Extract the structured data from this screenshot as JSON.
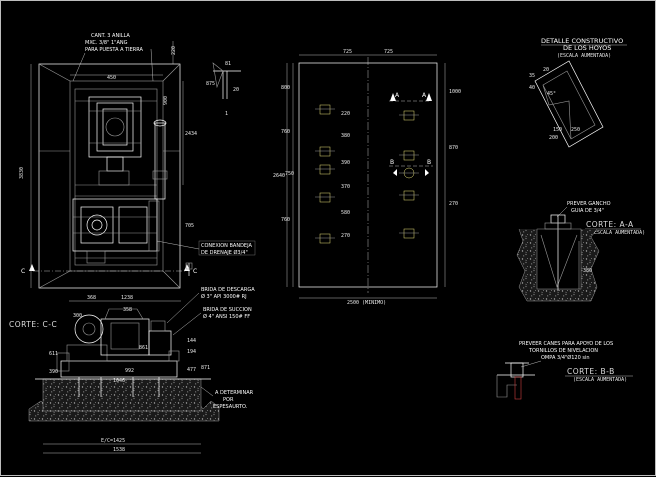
{
  "annotations": {
    "cable_note_1": "CANT. 3 ANILLA",
    "cable_note_2": "MXC. 3/8\" 1\"ANG",
    "cable_note_3": "PARA PUESTA A TIERRA",
    "drain_note_1": "CONEXION BANDEJA",
    "drain_note_2": "DE DRENAJE Ø3/4\"",
    "discharge_note_1": "BRIDA DE DESCARGA",
    "discharge_note_2": "Ø 3\" API 3000# RJ",
    "suction_note_1": "BRIDA DE SUCCION",
    "suction_note_2": "Ø 4\" ANSI 150# FF",
    "determine_note_1": "A DETERMINAR",
    "determine_note_2": "POR",
    "determine_note_3": "ESPESAURTO.",
    "ground_note_1": "PREVER GANCHO",
    "ground_note_2": "GUIA DE 3/4\"",
    "anchor_note_1": "PREVEER CANES PARA APOYO DE LOS",
    "anchor_note_2": "TORNILLOS DE NIVELACION",
    "anchor_note_3": "OMPA 3/4\"Ø120 sin"
  },
  "titles": {
    "detail": "DETALLE CONSTRUCTIVO",
    "detail_sub": "DE LOS HOYOS",
    "detail_scale": "(ESCALA AUMENTADA)",
    "corte_aa": "CORTE: A-A",
    "corte_aa_scale": "(ESCALA AUMENTADA)",
    "corte_bb": "CORTE: B-B",
    "corte_bb_scale": "(ESCALA AUMENTADA)",
    "corte_cc": "CORTE: C-C"
  },
  "section_marks": {
    "a": "A",
    "b": "B",
    "c": "C"
  },
  "dims_plan": {
    "d450": "450",
    "d220": "220",
    "d2434": "2434",
    "d3830": "3830",
    "d705": "705",
    "d900": "900",
    "d20": "20",
    "d875": "875",
    "d81": "81",
    "d1a": "1"
  },
  "dims_slab": {
    "top_left": "725",
    "top_right": "725",
    "left_800": "800",
    "left_760a": "760",
    "left_2640": "2640",
    "left_750": "750",
    "left_760b": "760",
    "r1000": "1000",
    "r870": "870",
    "r270": "270",
    "c220": "220",
    "c380": "380",
    "c390": "390",
    "c370": "370",
    "c580": "580",
    "c270b": "270",
    "bottom": "2500 (MINIMO)"
  },
  "dims_section": {
    "s368": "368",
    "s1238": "1238",
    "s358": "358",
    "s611": "611",
    "s390": "390",
    "s992": "992",
    "s861": "861",
    "s144": "144",
    "s194": "194",
    "s871": "871",
    "s477": "477",
    "s1046": "1046",
    "s1425": "E/C=1425",
    "s1538": "1538",
    "s300": "300"
  },
  "dims_detail": {
    "d35": "35",
    "d20": "20",
    "d40": "40",
    "d45": "45°",
    "d150": "150",
    "d200": "200",
    "d250": "250",
    "d380": "380"
  }
}
